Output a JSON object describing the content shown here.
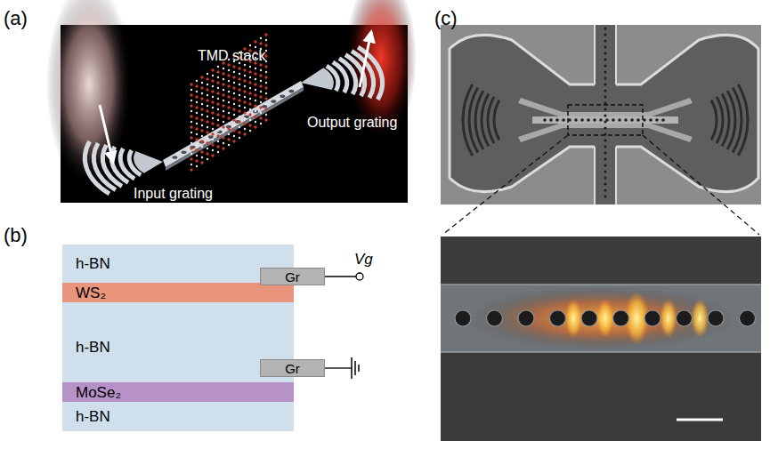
{
  "diagram": {
    "nodes": [
      {
        "text": [
          "h-BN"
        ]
      },
      {
        "text": [
          "Gr"
        ]
      },
      {
        "text": [
          "WS₂"
        ]
      },
      {
        "text": [
          "h-BN"
        ]
      },
      {
        "text": [
          "Gr"
        ]
      },
      {
        "text": [
          "MoSe₂"
        ]
      },
      {
        "text": [
          "h-BN"
        ]
      }
    ],
    "labels": [
      "(a)",
      "TMD stack",
      "Output grating",
      "Input grating",
      "(b)",
      "Vg",
      "(c)"
    ]
  }
}
